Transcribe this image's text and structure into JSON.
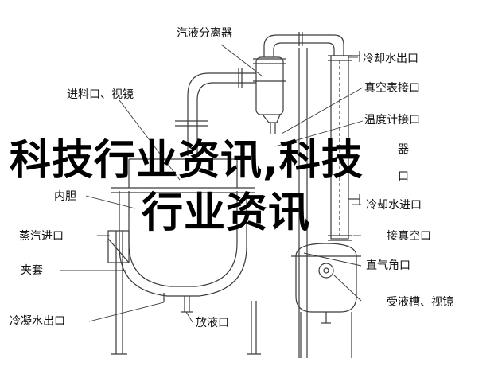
{
  "labels": {
    "vapor_separator": "汽液分离器",
    "cooling_water_outlet_top": "冷却水出口",
    "feed_inlet_sight_glass": "进料口、视镜",
    "vacuum_gauge_port": "真空表接口",
    "thermometer_port": "温度计接口",
    "inner_liner": "内胆",
    "cooling_water_inlet": "冷却水进口",
    "steam_inlet": "蒸汽进口",
    "vacuum_port": "接真空口",
    "jacket": "夹套",
    "straight_angle_port": "直气角口",
    "receiving_tank_sight_glass": "受液槽、视镜",
    "condensate_outlet": "冷凝水出口",
    "drain_port": "放液口",
    "partial_right_1": "器",
    "partial_right_2": "口"
  },
  "watermark": {
    "line1": "科技行业资讯,科技",
    "line2": "行业资讯",
    "color": "#000000"
  },
  "colors": {
    "line": "#3a3a3a",
    "background": "#ffffff"
  }
}
